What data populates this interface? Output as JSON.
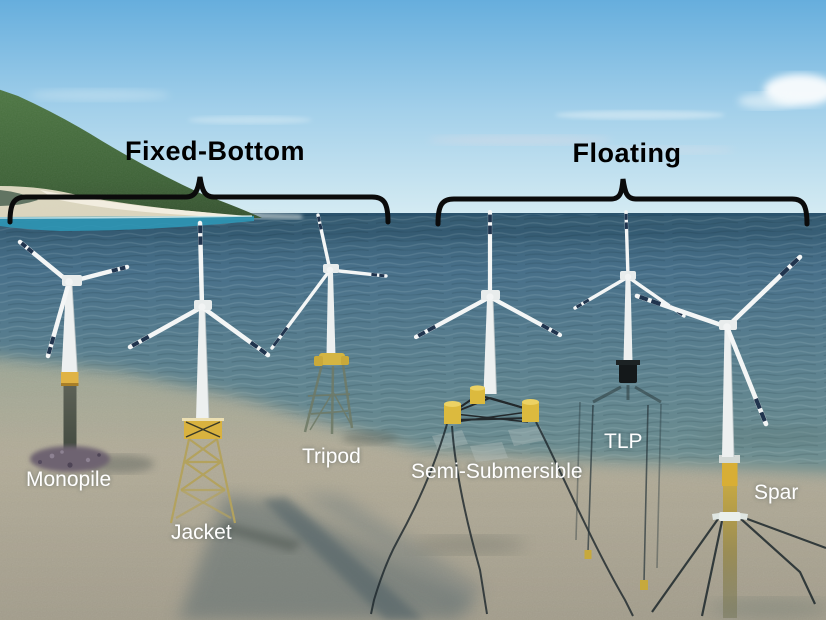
{
  "annotation": {
    "groups": [
      {
        "label": "Fixed-Bottom",
        "members": [
          "Monopile",
          "Jacket",
          "Tripod"
        ]
      },
      {
        "label": "Floating",
        "members": [
          "Semi-Submersible",
          "TLP",
          "Spar"
        ]
      }
    ]
  },
  "colors": {
    "sky_top": "#66aedd",
    "sky_horizon": "#d8edf3",
    "sea_horizon": "#33596f",
    "sea_mid": "#5d8290",
    "sea_shallow": "#87988c",
    "seabed_sand": "#b0aa96",
    "shore_teal": "#2d96b5",
    "hill_green": "#46703e",
    "cliff_sand": "#e4dcc6",
    "turbine_white": "#eff2f2",
    "blade_tip_navy": "#20344e",
    "foundation_yellow": "#ddb23e",
    "mooring_line_dark": "#1d282c",
    "label_text": "#ffffff",
    "annotation_text": "#000000"
  }
}
